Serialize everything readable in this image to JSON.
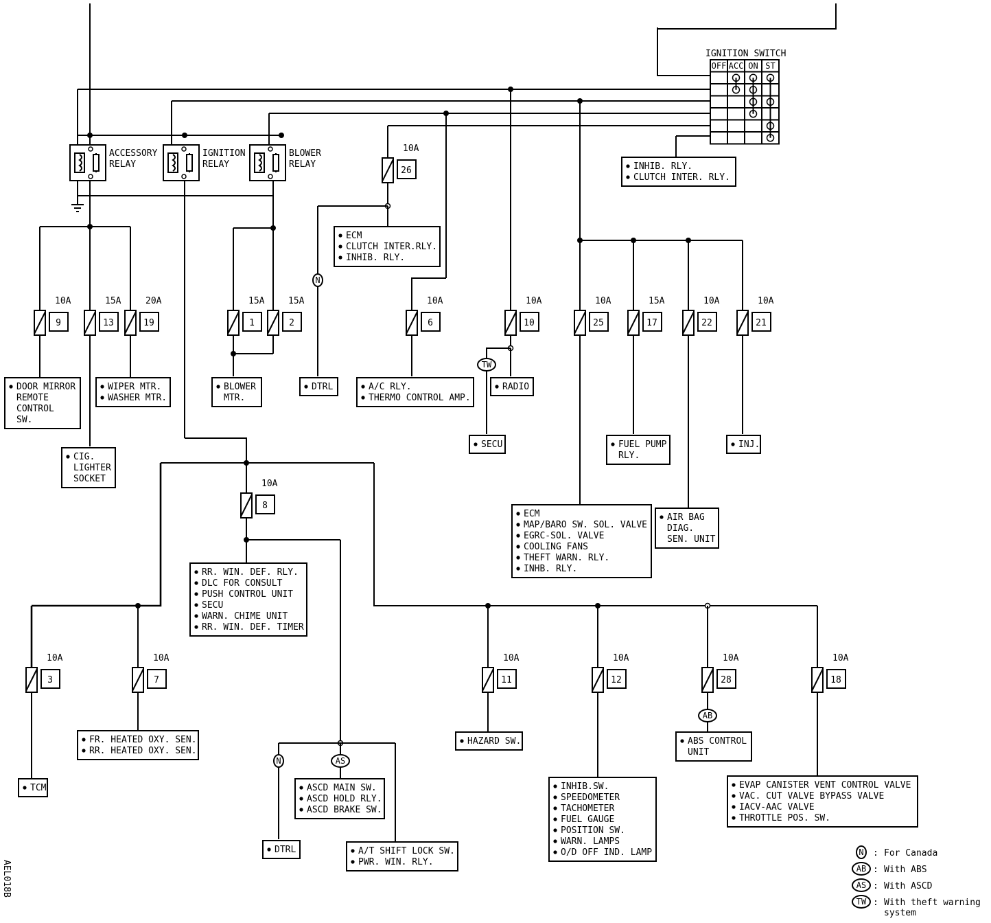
{
  "ignition_switch": {
    "title": "IGNITION SWITCH",
    "positions": [
      "OFF",
      "ACC",
      "ON",
      "ST"
    ]
  },
  "relays": {
    "accessory": [
      "ACCESSORY",
      "RELAY"
    ],
    "ignition": [
      "IGNITION",
      "RELAY"
    ],
    "blower": [
      "BLOWER",
      "RELAY"
    ]
  },
  "fuses": [
    {
      "no": "26",
      "amp": "10A"
    },
    {
      "no": "9",
      "amp": "10A"
    },
    {
      "no": "13",
      "amp": "15A"
    },
    {
      "no": "19",
      "amp": "20A"
    },
    {
      "no": "1",
      "amp": "15A"
    },
    {
      "no": "2",
      "amp": "15A"
    },
    {
      "no": "6",
      "amp": "10A"
    },
    {
      "no": "10",
      "amp": "10A"
    },
    {
      "no": "25",
      "amp": "10A"
    },
    {
      "no": "17",
      "amp": "15A"
    },
    {
      "no": "22",
      "amp": "10A"
    },
    {
      "no": "21",
      "amp": "10A"
    },
    {
      "no": "8",
      "amp": "10A"
    },
    {
      "no": "3",
      "amp": "10A"
    },
    {
      "no": "7",
      "amp": "10A"
    },
    {
      "no": "11",
      "amp": "10A"
    },
    {
      "no": "12",
      "amp": "10A"
    },
    {
      "no": "28",
      "amp": "10A"
    },
    {
      "no": "18",
      "amp": "10A"
    }
  ],
  "loads": {
    "inhib_clutch": [
      "INHIB. RLY.",
      "CLUTCH INTER. RLY."
    ],
    "ecm_clutch": [
      "ECM",
      "CLUTCH INTER.RLY.",
      "INHIB. RLY."
    ],
    "door_mirror": [
      "DOOR MIRROR",
      "REMOTE",
      "CONTROL",
      "SW."
    ],
    "cig_lighter": [
      "CIG.",
      "LIGHTER",
      "SOCKET"
    ],
    "wiper": [
      "WIPER MTR.",
      "WASHER MTR."
    ],
    "blower_mtr": [
      "BLOWER",
      "MTR."
    ],
    "dtrl_top": [
      "DTRL"
    ],
    "ac_rly": [
      "A/C RLY.",
      "THERMO CONTROL AMP."
    ],
    "radio": [
      "RADIO"
    ],
    "secu": [
      "SECU"
    ],
    "fuel_pump": [
      "FUEL PUMP",
      "RLY."
    ],
    "inj": [
      "INJ."
    ],
    "ecm_group": [
      "ECM",
      "MAP/BARO SW. SOL. VALVE",
      "EGRC-SOL. VALVE",
      "COOLING FANS",
      "THEFT WARN. RLY.",
      "INHB. RLY."
    ],
    "air_bag": [
      "AIR BAG",
      "DIAG.",
      "SEN. UNIT"
    ],
    "rr_win": [
      "RR. WIN. DEF. RLY.",
      "DLC FOR CONSULT",
      "PUSH CONTROL UNIT",
      "SECU",
      "WARN. CHIME UNIT",
      "RR. WIN. DEF. TIMER"
    ],
    "heated_oxy": [
      "FR. HEATED OXY. SEN.",
      "RR. HEATED OXY. SEN."
    ],
    "tcm": [
      "TCM"
    ],
    "ascd": [
      "ASCD MAIN SW.",
      "ASCD HOLD RLY.",
      "ASCD BRAKE SW."
    ],
    "dtrl_bottom": [
      "DTRL"
    ],
    "shift_lock": [
      "A/T SHIFT LOCK SW.",
      "PWR. WIN. RLY."
    ],
    "hazard": [
      "HAZARD SW."
    ],
    "inhib_sw": [
      "INHIB.SW.",
      "SPEEDOMETER",
      "TACHOMETER",
      "FUEL GAUGE",
      "POSITION SW.",
      "WARN. LAMPS",
      "O/D OFF IND. LAMP"
    ],
    "abs": [
      "ABS CONTROL",
      "UNIT"
    ],
    "evap": [
      "EVAP CANISTER VENT CONTROL VALVE",
      "VAC. CUT VALVE BYPASS VALVE",
      "IACV-AAC VALVE",
      "THROTTLE POS. SW."
    ]
  },
  "markers": {
    "canada": "N",
    "abs": "AB",
    "ascd": "AS",
    "theft": "TW"
  },
  "legend": [
    {
      "sym": "N",
      "text": "For Canada"
    },
    {
      "sym": "AB",
      "text": "With ABS"
    },
    {
      "sym": "AS",
      "text": "With ASCD"
    },
    {
      "sym": "TW",
      "text": "With theft warning system"
    }
  ],
  "figure_code": "AEL018B"
}
